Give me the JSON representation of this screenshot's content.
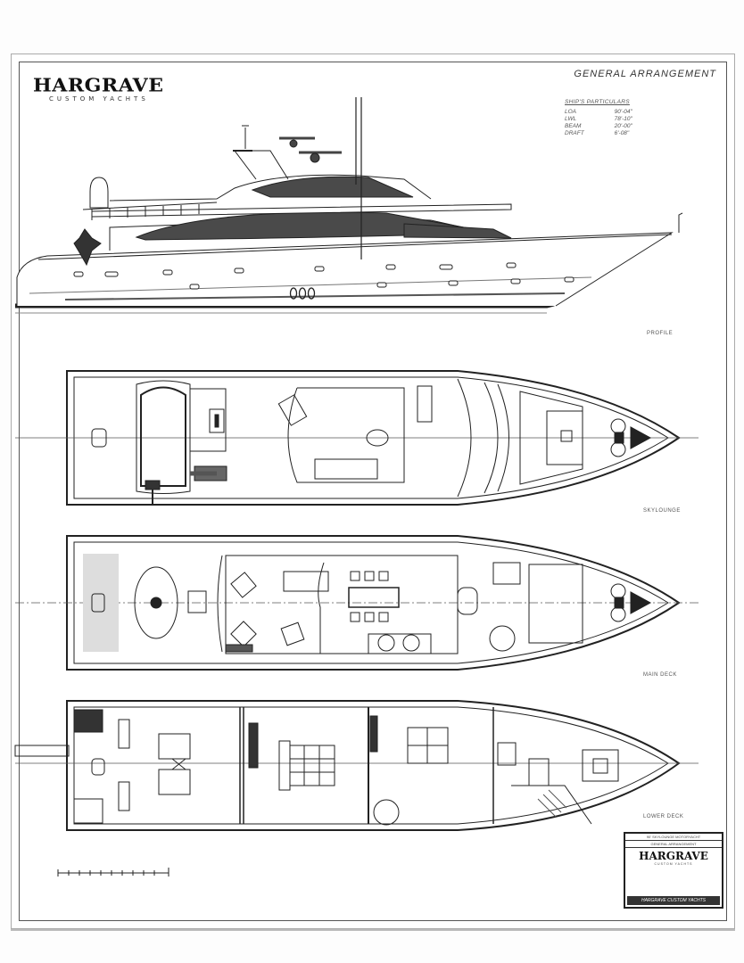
{
  "drawing": {
    "brand": {
      "name": "HARGRAVE",
      "tagline": "CUSTOM YACHTS"
    },
    "title": "GENERAL ARRANGEMENT",
    "ships_particulars": {
      "heading": "SHIP'S PARTICULARS",
      "rows": [
        {
          "label": "LOA",
          "value": "90'-04\""
        },
        {
          "label": "LWL",
          "value": "78'-10\""
        },
        {
          "label": "BEAM",
          "value": "20'-00\""
        },
        {
          "label": "DRAFT",
          "value": "6'-08\""
        }
      ]
    },
    "views": [
      {
        "id": "profile",
        "label": "PROFILE"
      },
      {
        "id": "skylounge",
        "label": "SKYLOUNGE"
      },
      {
        "id": "main_deck",
        "label": "MAIN DECK"
      },
      {
        "id": "lower_deck",
        "label": "LOWER DECK"
      }
    ],
    "title_block": {
      "top_line": "90' SKYLOUNGE MOTORYACHT",
      "second_line": "GENERAL ARRANGEMENT",
      "brand": "HARGRAVE",
      "brand_sub": "CUSTOM YACHTS",
      "bottom_line": "HARGRAVE CUSTOM YACHTS"
    },
    "colors": {
      "line": "#222222",
      "glass": "#4a4a4a",
      "paper": "#ffffff",
      "frame": "#555555"
    }
  }
}
